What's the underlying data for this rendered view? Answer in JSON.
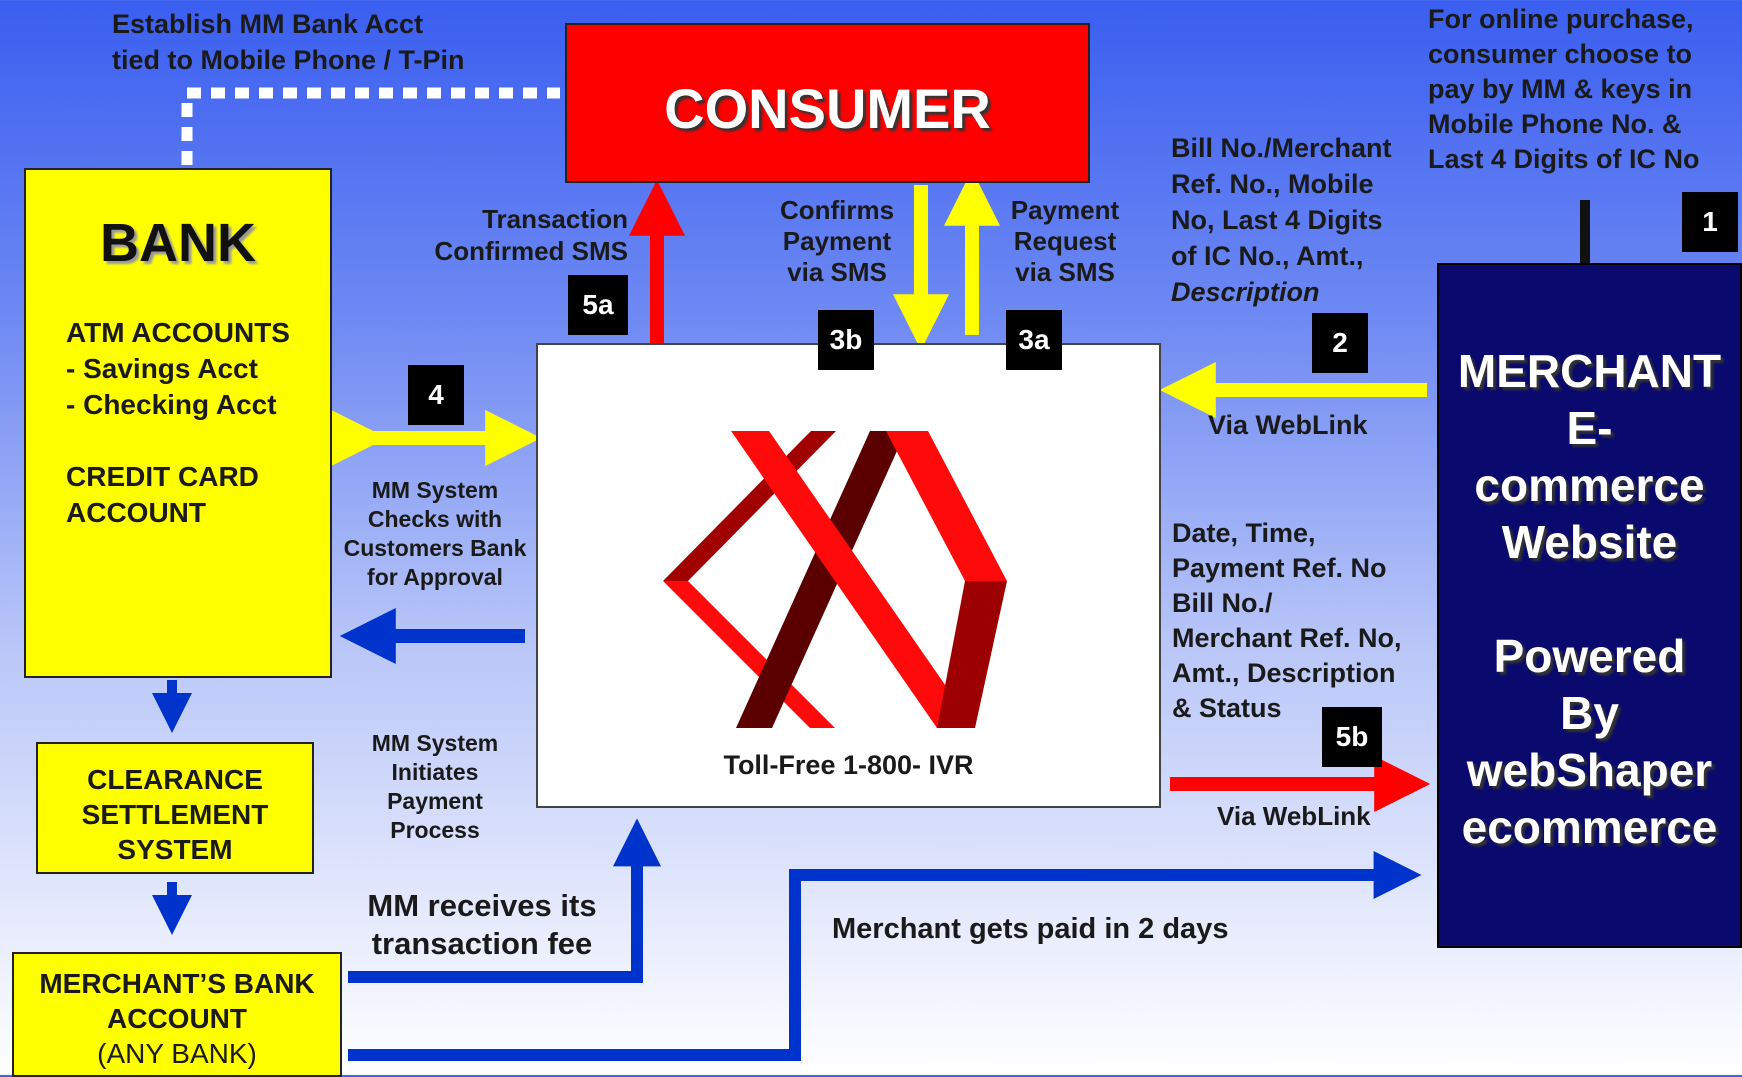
{
  "consumer": {
    "title": "CONSUMER"
  },
  "bank": {
    "title": "BANK",
    "lines": [
      "ATM ACCOUNTS",
      "- Savings Acct",
      "- Checking Acct",
      "",
      "CREDIT CARD",
      "ACCOUNT"
    ]
  },
  "clearance": {
    "lines": [
      "CLEARANCE",
      "SETTLEMENT",
      "SYSTEM"
    ]
  },
  "merchant_bank": {
    "line1": "MERCHANT’S BANK",
    "line2": "ACCOUNT",
    "line3": "(ANY BANK)"
  },
  "merchant": {
    "lines": [
      "MERCHANT",
      "E-",
      "commerce",
      "Website",
      "",
      "Powered",
      "By",
      "webShaper",
      "ecommerce"
    ]
  },
  "center": {
    "caption": "Toll-Free 1-800- IVR"
  },
  "labels": {
    "establish": [
      "Establish MM Bank Acct",
      "tied to Mobile Phone / T-Pin"
    ],
    "online_purchase": [
      "For online purchase,",
      "consumer choose to",
      "pay by MM & keys in",
      "Mobile Phone No. &",
      "Last 4 Digits of IC No"
    ],
    "bill_no": [
      "Bill No./Merchant",
      "Ref. No., Mobile",
      "No, Last 4 Digits",
      "of IC No., Amt.,"
    ],
    "bill_no_italic": "Description",
    "transaction_confirmed": [
      "Transaction",
      "Confirmed SMS"
    ],
    "confirms_payment": [
      "Confirms",
      "Payment",
      "via SMS"
    ],
    "payment_request": [
      "Payment",
      "Request",
      "via SMS"
    ],
    "via_weblink_top": "Via WebLink",
    "via_weblink_bottom": "Via WebLink",
    "mm_checks": [
      "MM System",
      "Checks with",
      "Customers Bank",
      "for Approval"
    ],
    "mm_initiates": [
      "MM System",
      "Initiates",
      "Payment",
      "Process"
    ],
    "date_time": [
      "Date, Time,",
      "Payment Ref. No",
      "Bill No./",
      "Merchant Ref. No,",
      "Amt., Description",
      "& Status"
    ],
    "mm_fee": [
      "MM receives its",
      "transaction fee"
    ],
    "merchant_paid": "Merchant gets paid in 2 days"
  },
  "badges": {
    "b1": "1",
    "b2": "2",
    "b3a": "3a",
    "b3b": "3b",
    "b4": "4",
    "b5a": "5a",
    "b5b": "5b"
  },
  "colors": {
    "consumer_red": "#ff0000",
    "bank_yellow": "#ffff00",
    "merchant_navy": "#0a0a6e",
    "arrow_yellow": "#ffff00",
    "arrow_red": "#ff0000",
    "arrow_blue": "#0033cc"
  }
}
